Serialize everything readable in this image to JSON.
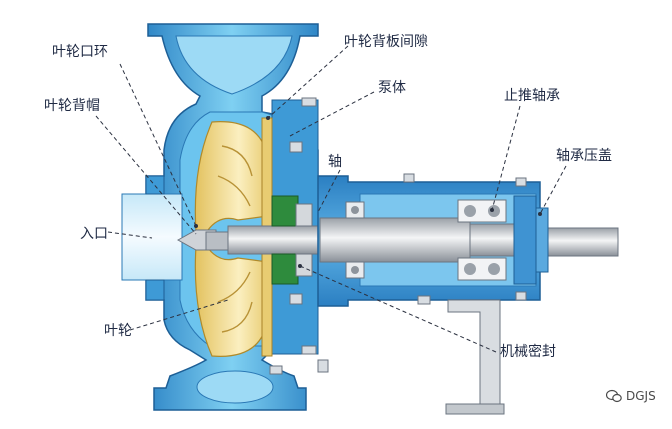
{
  "labels": {
    "impeller_ring": "叶轮口环",
    "impeller_back_cap": "叶轮背帽",
    "inlet": "入口",
    "impeller": "叶轮",
    "back_plate_gap": "叶轮背板间隙",
    "pump_body": "泵体",
    "shaft": "轴",
    "thrust_bearing": "止推轴承",
    "bearing_gland": "轴承压盖",
    "mechanical_seal": "机械密封"
  },
  "watermark": "DGJS",
  "colors": {
    "casing": "#54b8e6",
    "casing_dark": "#1d6fae",
    "impeller": "#f1dc92",
    "shaft": "#c9cdd2",
    "seal": "#2e8b3d",
    "bearing_housing": "#2e86c8"
  }
}
